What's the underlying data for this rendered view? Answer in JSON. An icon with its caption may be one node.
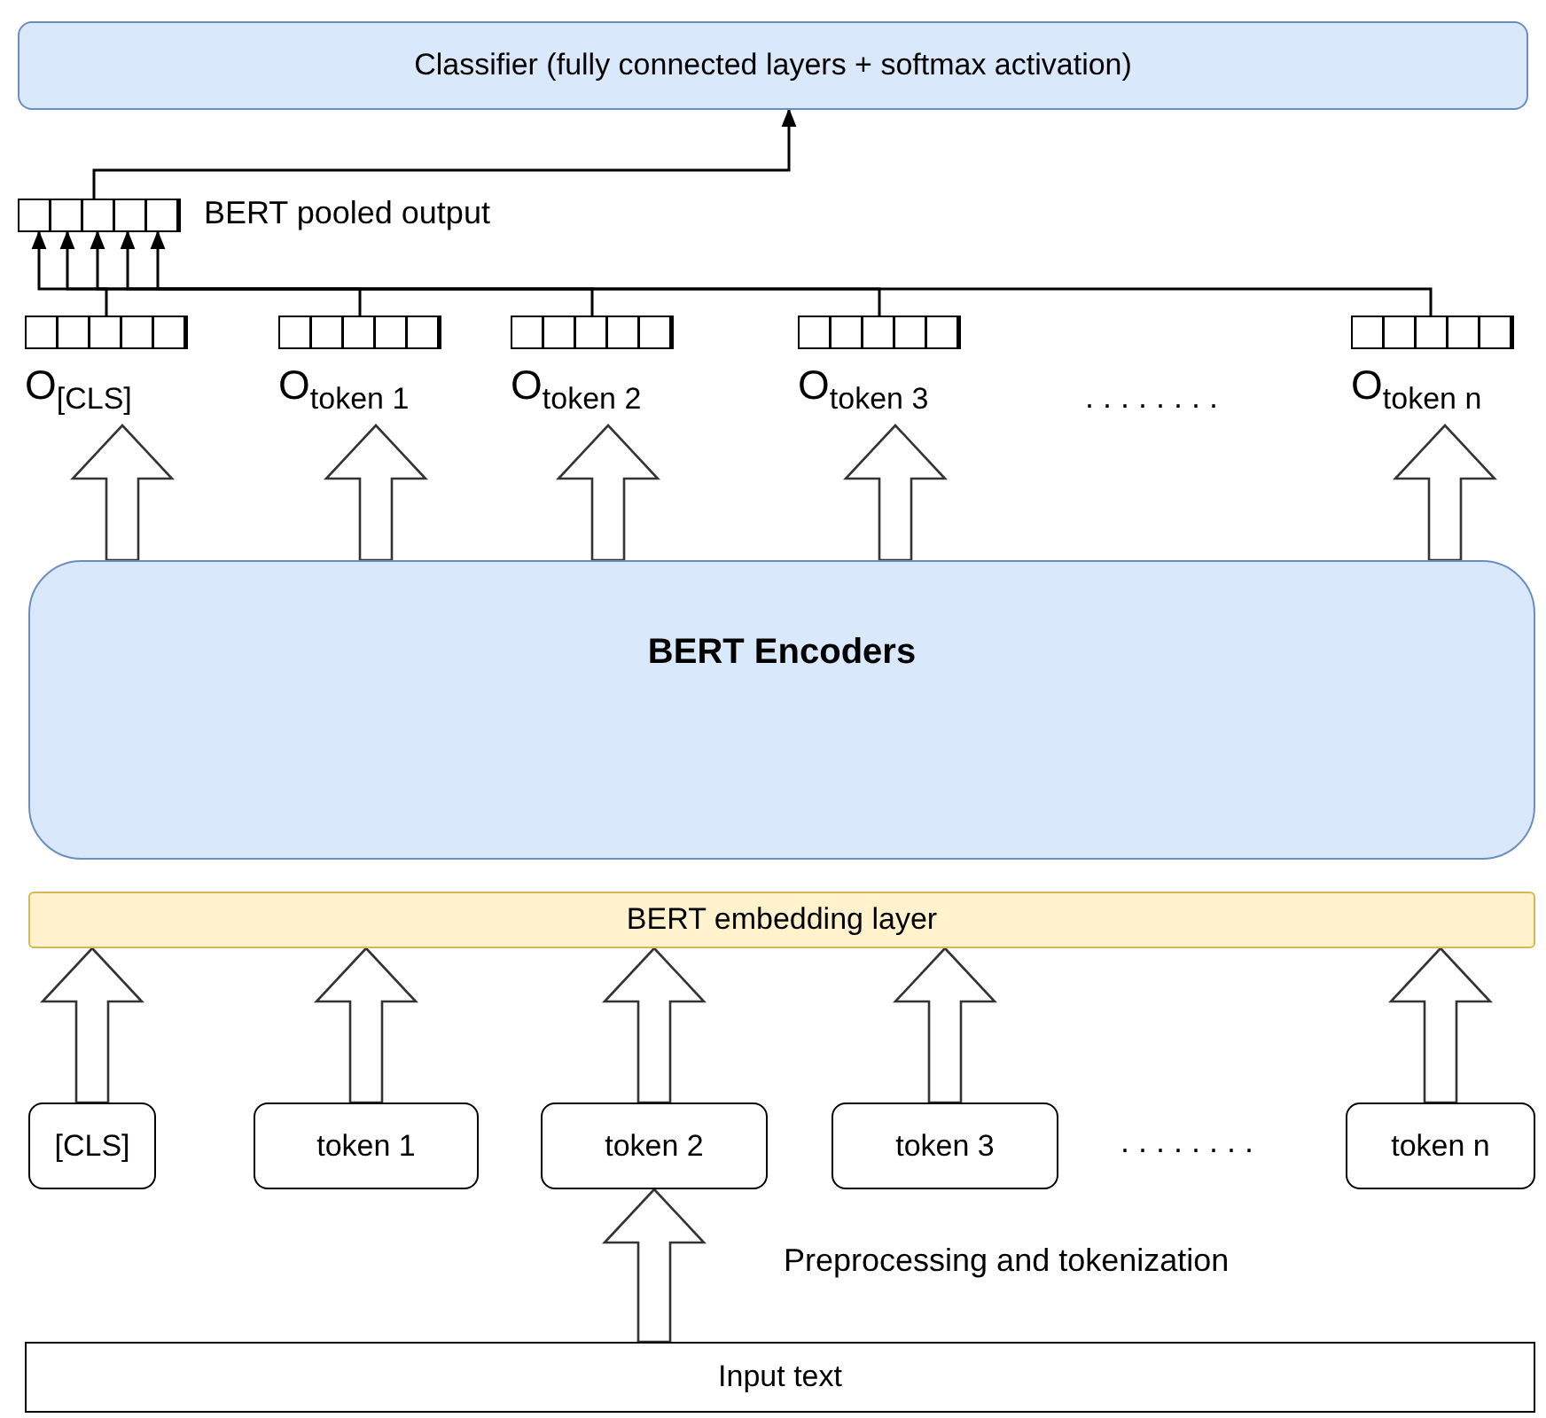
{
  "diagram": {
    "nodes": [
      {
        "text": [
          "Classifier (fully connected layers + softmax activation)"
        ]
      },
      {
        "text": [
          "BERT pooled output"
        ]
      },
      {
        "text": [
          "O$_{[CLS]}$"
        ]
      },
      {
        "text": [
          "O$_{token 1}$"
        ]
      },
      {
        "text": [
          "O$_{token 2}$"
        ]
      },
      {
        "text": [
          "O$_{token 3}$"
        ]
      },
      {
        "text": [
          "O$_{token n}$"
        ]
      },
      {
        "text": [
          "BERT Encoders"
        ]
      },
      {
        "text": [
          "BERT embedding layer"
        ]
      },
      {
        "text": [
          "[CLS]"
        ]
      },
      {
        "text": [
          "token 1"
        ]
      },
      {
        "text": [
          "token 2"
        ]
      },
      {
        "text": [
          "token 3"
        ]
      },
      {
        "text": [
          "token n"
        ]
      },
      {
        "text": [
          "Input text"
        ]
      }
    ],
    "edges": [
      {
        "from": 1,
        "to": 0,
        "arrow": "to"
      },
      {
        "from": 2,
        "to": 1,
        "arrow": "to"
      },
      {
        "from": 3,
        "to": 1,
        "arrow": "to"
      },
      {
        "from": 4,
        "to": 1,
        "arrow": "to"
      },
      {
        "from": 5,
        "to": 1,
        "arrow": "to"
      },
      {
        "from": 6,
        "to": 1,
        "arrow": "to"
      },
      {
        "from": 7,
        "to": 2,
        "arrow": "to",
        "style": "thick"
      },
      {
        "from": 7,
        "to": 3,
        "arrow": "to",
        "style": "thick"
      },
      {
        "from": 7,
        "to": 4,
        "arrow": "to",
        "style": "thick"
      },
      {
        "from": 7,
        "to": 5,
        "arrow": "to",
        "style": "thick"
      },
      {
        "from": 7,
        "to": 6,
        "arrow": "to",
        "style": "thick"
      },
      {
        "from": 9,
        "to": 8,
        "arrow": "to",
        "style": "thick"
      },
      {
        "from": 10,
        "to": 8,
        "arrow": "to",
        "style": "thick"
      },
      {
        "from": 11,
        "to": 8,
        "arrow": "to",
        "style": "thick"
      },
      {
        "from": 12,
        "to": 8,
        "arrow": "to",
        "style": "thick"
      },
      {
        "from": 13,
        "to": 8,
        "arrow": "to",
        "style": "thick"
      },
      {
        "from": 14,
        "to": 11,
        "arrow": "to",
        "style": "thick",
        "label": "Preprocessing and tokenization"
      }
    ],
    "labels": [
      "........",
      "........"
    ]
  }
}
